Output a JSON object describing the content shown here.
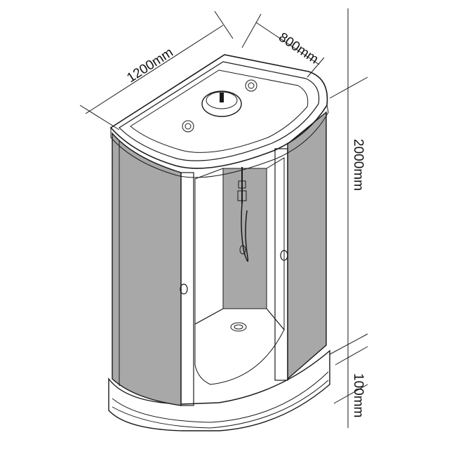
{
  "dimensions": {
    "length": "1200mm",
    "depth": "800mm",
    "height": "2000mm",
    "tray_height": "100mm"
  },
  "colors": {
    "line": "#1a1a1a",
    "glass": "#a8a8a8",
    "background": "#ffffff"
  }
}
